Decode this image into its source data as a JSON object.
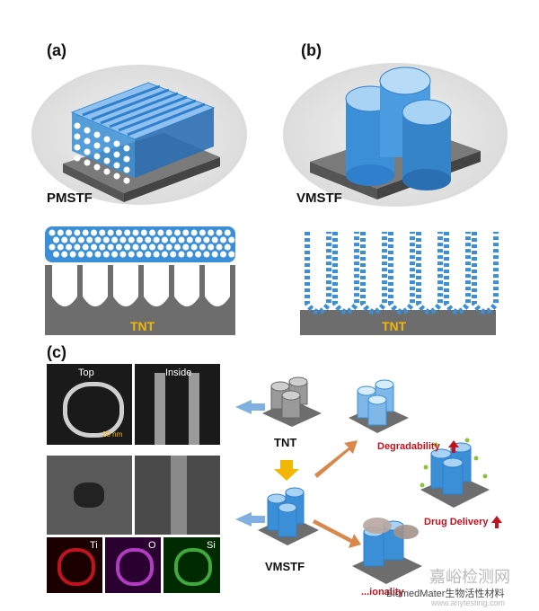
{
  "figure": {
    "panel_a": {
      "label": "(a)",
      "name": "PMSTF",
      "substrate": "TNT"
    },
    "panel_b": {
      "label": "(b)",
      "name": "VMSTF",
      "substrate": "TNT"
    },
    "panel_c": {
      "label": "(c)",
      "em_top": "Top",
      "em_inside": "Inside",
      "scale_bar": "20 nm",
      "map_ti": "Ti",
      "map_o": "O",
      "map_si": "Si",
      "node_tnt": "TNT",
      "node_vmstf": "VMSTF",
      "outcome_degradability": "Degradability",
      "outcome_drug_delivery": "Drug Delivery",
      "outcome_partial": "...ionality"
    },
    "watermark_1": "嘉峪检测网",
    "watermark_2": "BiomedMater生物活性材料",
    "watermark_3": "www.anytesting.com"
  },
  "colors": {
    "blue": "#3b8fd6",
    "gray_substrate": "#6d6d6d",
    "red_arrow": "#c1121f",
    "yellow": "#f2b705"
  }
}
